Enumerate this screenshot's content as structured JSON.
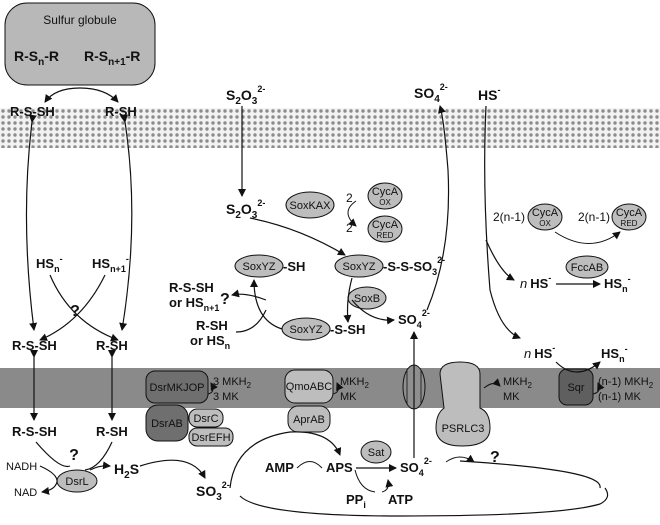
{
  "colors": {
    "membrane": "#8a8a8a",
    "protein_fill": "#bdbdbd",
    "protein_dark": "#6f6f6f",
    "globule": "#b8b8b8",
    "line": "#111111"
  },
  "globule": {
    "title": "Sulfur globule",
    "left_polysulfide": "R-S",
    "left_sub": "n",
    "left_tail": "-R",
    "right_polysulfide": "R-S",
    "right_sub": "n+1",
    "right_tail": "-R"
  },
  "labels": {
    "rssh": "R-S-SH",
    "rsh": "R-SH",
    "question": "?",
    "hs_minus": "HS",
    "minus": "-",
    "hsn": "HS",
    "hsn_sub": "n",
    "hsn1_sub": "n+1",
    "h2s": "H",
    "h2s_2": "2",
    "h2s_s": "S",
    "nadh": "NADH",
    "nad": "NAD",
    "amp": "AMP",
    "aps": "APS",
    "atp": "ATP",
    "ppi": "PP",
    "ppi_sub": "i",
    "so3": "SO",
    "so3_sub": "3",
    "so4": "SO",
    "so4_sub": "4",
    "two_minus": "2-",
    "s2o3": "S",
    "s2o3_sub2": "2",
    "s2o3_O": "O",
    "s2o3_sub3": "3",
    "or_rssh_1": "R-S-SH",
    "or_hsn1": "or HS",
    "or_hsn1_sub": "n+1",
    "or_rsh": "R-SH",
    "or_hsn": "or HS",
    "or_hsn_sub": "n",
    "soxyz_sh": "-SH",
    "soxyz_ssso3": "-S-S-SO",
    "soxyz_ssh": "-S-SH",
    "two": "2",
    "n_italic": "n",
    "mkh2": "MKH",
    "mkh2_sub": "2",
    "mk": "MK",
    "three_mkh2": "3 MKH",
    "three_mk": "3 MK",
    "n_minus1_mkh2": "(n-1) MKH",
    "n_minus1_mk": "(n-1) MK",
    "two_n_minus1_left": "2(n-1)",
    "two_n_minus1_right": "2(n-1)"
  },
  "proteins": {
    "dsrmkjop": "DsrMKJOP",
    "dsrab": "DsrAB",
    "dsrc": "DsrC",
    "dsrefh": "DsrEFH",
    "dsrl": "DsrL",
    "qmoabc": "QmoABC",
    "aprab": "AprAB",
    "sat": "Sat",
    "psrlc3": "PSRLC3",
    "sqr": "Sqr",
    "soxkax": "SoxKAX",
    "soxyz": "SoxYZ",
    "soxb": "SoxB",
    "fccab": "FccAB",
    "cyca": "CycA",
    "ox": "OX",
    "red": "RED"
  }
}
